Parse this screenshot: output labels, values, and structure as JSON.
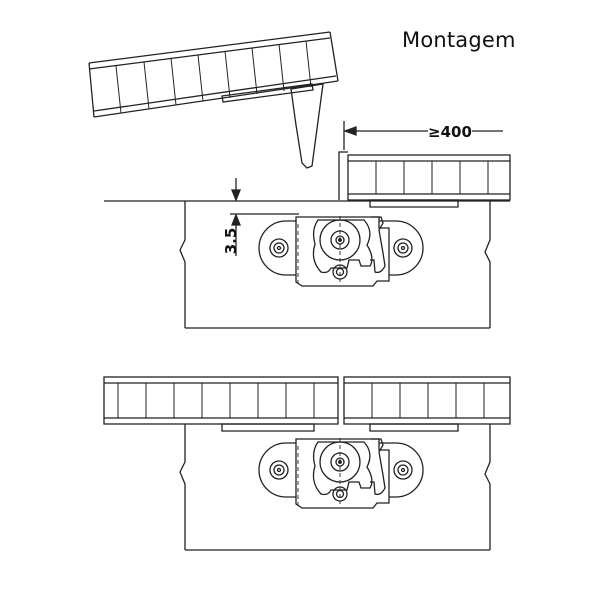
{
  "title": "Montagem",
  "dimensions": {
    "min_distance": "≥400",
    "depth": "3.5"
  },
  "colors": {
    "line": "#222222",
    "hatch": "#555555",
    "background": "#ffffff"
  }
}
